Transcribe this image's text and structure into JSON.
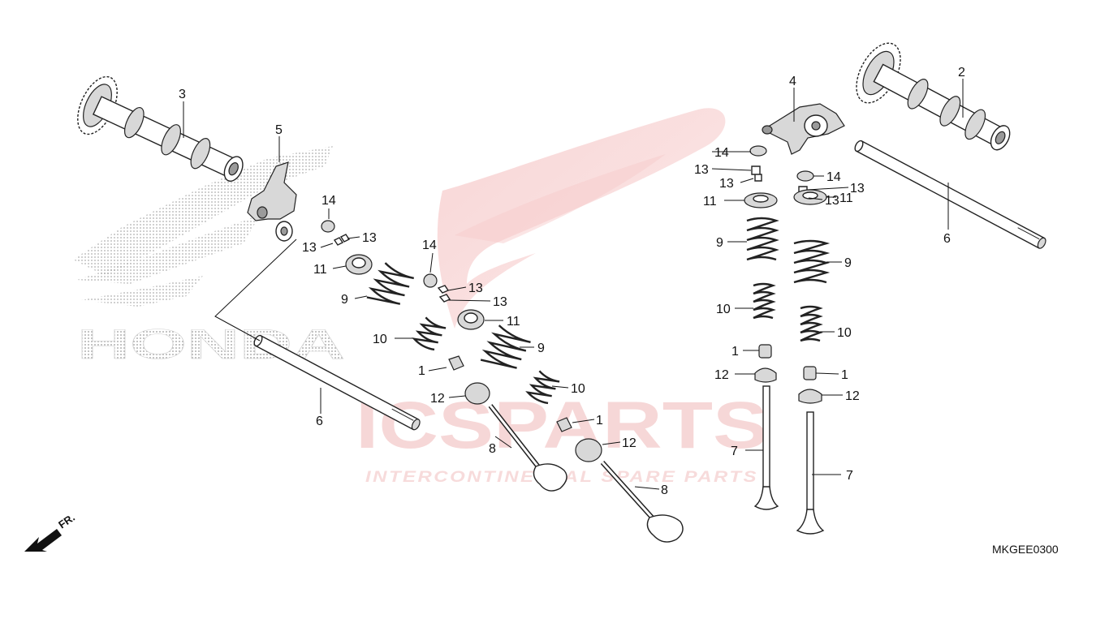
{
  "diagram_code": "MKGEE0300",
  "direction_label": "FR.",
  "watermark": {
    "logo_text": "ICSPARTS",
    "tagline": "INTERCONTINENTAL SPARE PARTS",
    "background_brand": "HONDA"
  },
  "callouts": [
    {
      "id": "c1a",
      "text": "1"
    },
    {
      "id": "c1b",
      "text": "1"
    },
    {
      "id": "c1c",
      "text": "1"
    },
    {
      "id": "c1d",
      "text": "1"
    },
    {
      "id": "c2",
      "text": "2"
    },
    {
      "id": "c3",
      "text": "3"
    },
    {
      "id": "c4",
      "text": "4"
    },
    {
      "id": "c5",
      "text": "5"
    },
    {
      "id": "c6a",
      "text": "6"
    },
    {
      "id": "c6b",
      "text": "6"
    },
    {
      "id": "c7a",
      "text": "7"
    },
    {
      "id": "c7b",
      "text": "7"
    },
    {
      "id": "c8a",
      "text": "8"
    },
    {
      "id": "c8b",
      "text": "8"
    },
    {
      "id": "c9a",
      "text": "9"
    },
    {
      "id": "c9b",
      "text": "9"
    },
    {
      "id": "c9c",
      "text": "9"
    },
    {
      "id": "c9d",
      "text": "9"
    },
    {
      "id": "c10a",
      "text": "10"
    },
    {
      "id": "c10b",
      "text": "10"
    },
    {
      "id": "c10c",
      "text": "10"
    },
    {
      "id": "c10d",
      "text": "10"
    },
    {
      "id": "c11a",
      "text": "11"
    },
    {
      "id": "c11b",
      "text": "11"
    },
    {
      "id": "c11c",
      "text": "11"
    },
    {
      "id": "c11d",
      "text": "11"
    },
    {
      "id": "c12a",
      "text": "12"
    },
    {
      "id": "c12b",
      "text": "12"
    },
    {
      "id": "c12c",
      "text": "12"
    },
    {
      "id": "c12d",
      "text": "12"
    },
    {
      "id": "c13a",
      "text": "13"
    },
    {
      "id": "c13b",
      "text": "13"
    },
    {
      "id": "c13c",
      "text": "13"
    },
    {
      "id": "c13d",
      "text": "13"
    },
    {
      "id": "c13e",
      "text": "13"
    },
    {
      "id": "c13f",
      "text": "13"
    },
    {
      "id": "c13g",
      "text": "13"
    },
    {
      "id": "c13h",
      "text": "13"
    },
    {
      "id": "c14a",
      "text": "14"
    },
    {
      "id": "c14b",
      "text": "14"
    },
    {
      "id": "c14c",
      "text": "14"
    },
    {
      "id": "c14d",
      "text": "14"
    }
  ]
}
